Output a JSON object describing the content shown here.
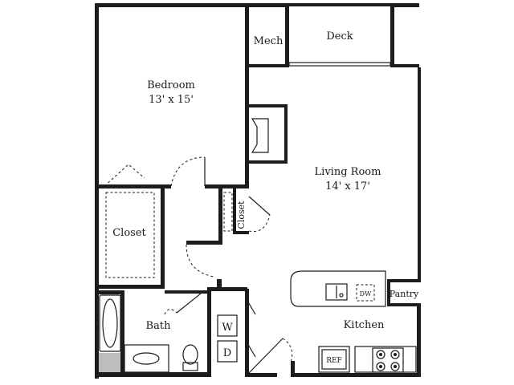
{
  "rooms": {
    "mech": "Mech",
    "deck": "Deck",
    "bedroom": "Bedroom",
    "bedroom_dim": "13' x 15'",
    "living": "Living Room",
    "living_dim": "14' x 17'",
    "closet_bedroom": "Closet",
    "closet_small": "Closet",
    "bath": "Bath",
    "kitchen": "Kitchen",
    "pantry": "Pantry"
  },
  "fixtures": {
    "washer": "W",
    "dryer": "D",
    "dishwasher": "DW",
    "refrigerator": "REF"
  }
}
